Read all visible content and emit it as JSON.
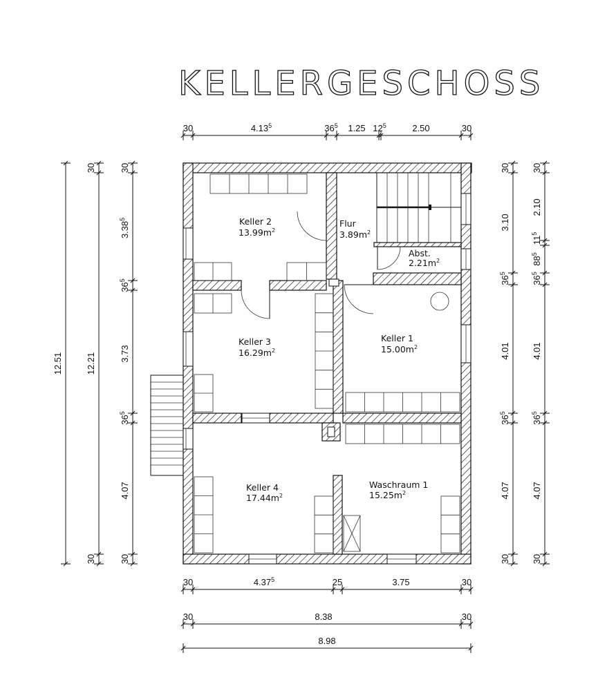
{
  "title": "KELLERGESCHOSS",
  "rooms": {
    "keller2": {
      "name": "Keller 2",
      "area": "13.99m",
      "sup": "2"
    },
    "flur": {
      "name": "Flur",
      "area": "3.89m",
      "sup": "2"
    },
    "abst": {
      "name": "Abst.",
      "area": "2.21m",
      "sup": "2"
    },
    "keller3": {
      "name": "Keller 3",
      "area": "16.29m",
      "sup": "2"
    },
    "keller1": {
      "name": "Keller 1",
      "area": "15.00m",
      "sup": "2"
    },
    "keller4": {
      "name": "Keller 4",
      "area": "17.44m",
      "sup": "2"
    },
    "waschraum1": {
      "name": "Waschraum 1",
      "area": "15.25m",
      "sup": "2"
    }
  },
  "dims_top": [
    {
      "main": "30",
      "sup": ""
    },
    {
      "main": "4.13",
      "sup": "5"
    },
    {
      "main": "36",
      "sup": "5"
    },
    {
      "main": "1.25",
      "sup": ""
    },
    {
      "main": "12",
      "sup": "5"
    },
    {
      "main": "2.50",
      "sup": ""
    },
    {
      "main": "30",
      "sup": ""
    }
  ],
  "dims_bottom1": [
    {
      "main": "30",
      "sup": ""
    },
    {
      "main": "4.37",
      "sup": "5"
    },
    {
      "main": "25",
      "sup": ""
    },
    {
      "main": "3.75",
      "sup": ""
    },
    {
      "main": "30",
      "sup": ""
    }
  ],
  "dims_bottom2": [
    {
      "main": "30",
      "sup": ""
    },
    {
      "main": "8.38",
      "sup": ""
    },
    {
      "main": "30",
      "sup": ""
    }
  ],
  "dims_bottom3": [
    {
      "main": "8.98",
      "sup": ""
    }
  ],
  "dims_left_outer": [
    {
      "main": "12.51",
      "sup": ""
    }
  ],
  "dims_left_mid": [
    {
      "main": "30",
      "sup": ""
    },
    {
      "main": "12.21",
      "sup": ""
    },
    {
      "main": "30",
      "sup": ""
    }
  ],
  "dims_left_inner": [
    {
      "main": "30",
      "sup": ""
    },
    {
      "main": "3.38",
      "sup": "5"
    },
    {
      "main": "36",
      "sup": "5"
    },
    {
      "main": "3.73",
      "sup": ""
    },
    {
      "main": "36",
      "sup": "5"
    },
    {
      "main": "4.07",
      "sup": ""
    },
    {
      "main": "30",
      "sup": ""
    }
  ],
  "dims_right_inner": [
    {
      "main": "30",
      "sup": ""
    },
    {
      "main": "3.10",
      "sup": ""
    },
    {
      "main": "36",
      "sup": "5"
    },
    {
      "main": "4.01",
      "sup": ""
    },
    {
      "main": "36",
      "sup": "5"
    },
    {
      "main": "4.07",
      "sup": ""
    },
    {
      "main": "30",
      "sup": ""
    }
  ],
  "dims_right_outer": [
    {
      "main": "30",
      "sup": ""
    },
    {
      "main": "2.10",
      "sup": ""
    },
    {
      "main": "11",
      "sup": "5"
    },
    {
      "main": "88",
      "sup": "5"
    },
    {
      "main": "36",
      "sup": "5"
    },
    {
      "main": "4.01",
      "sup": ""
    },
    {
      "main": "36",
      "sup": "5"
    },
    {
      "main": "4.07",
      "sup": ""
    },
    {
      "main": "30",
      "sup": ""
    }
  ]
}
